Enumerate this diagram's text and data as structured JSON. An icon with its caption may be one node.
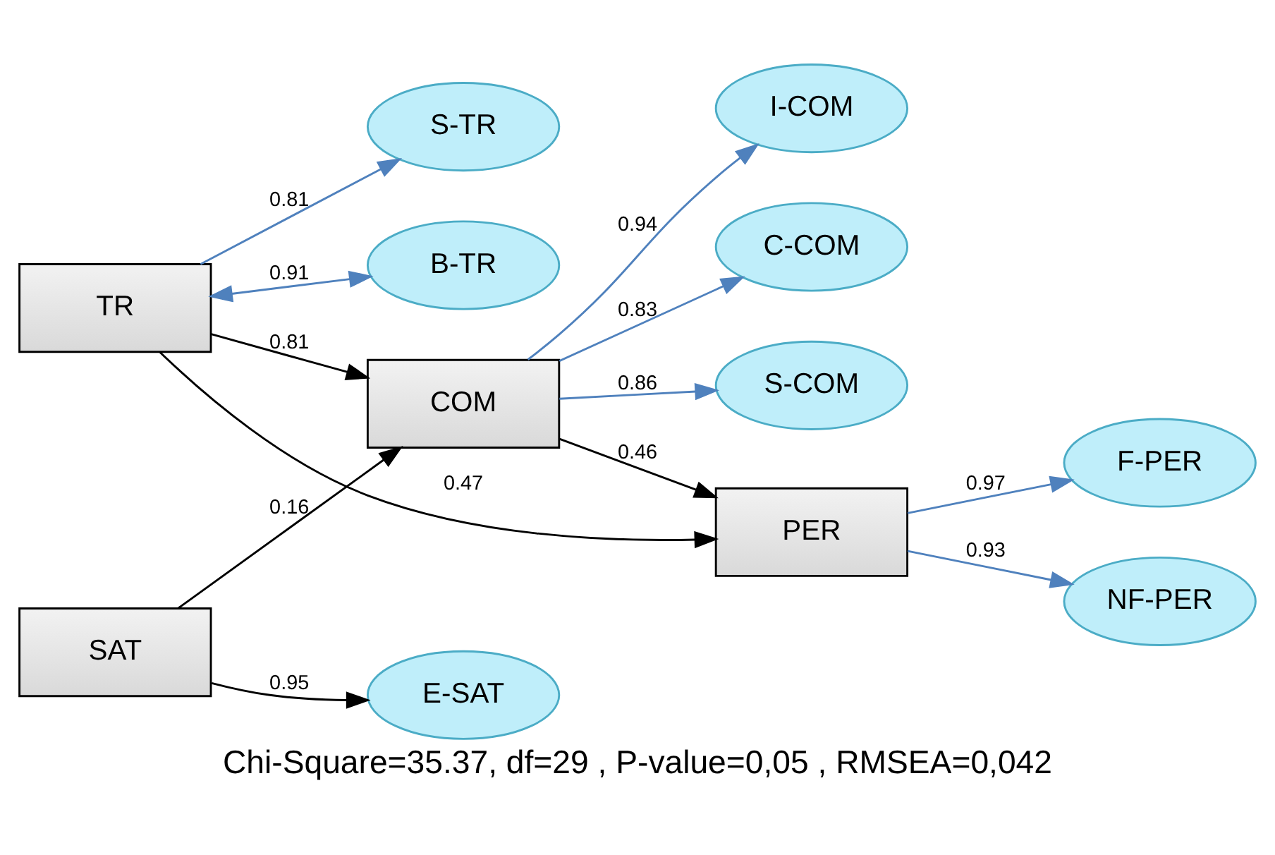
{
  "diagram": {
    "caption": "Chi-Square=35.37, df=29 , P-value=0,05 , RMSEA=0,042",
    "nodes": [
      {
        "text": [
          "B-TR"
        ]
      },
      {
        "text": [
          "TR"
        ]
      },
      {
        "text": [
          "S-TR"
        ]
      },
      {
        "text": [
          "I-COM"
        ]
      },
      {
        "text": [
          "COM"
        ]
      },
      {
        "text": [
          "C-COM"
        ]
      },
      {
        "text": [
          "S-COM"
        ]
      },
      {
        "text": [
          "PER"
        ]
      },
      {
        "text": [
          "F-PER"
        ]
      },
      {
        "text": [
          "NF-PER"
        ]
      },
      {
        "text": [
          "SAT"
        ]
      },
      {
        "text": [
          "E-SAT"
        ]
      }
    ],
    "edges": [
      {
        "from": 1,
        "to": 0,
        "arrow": "both",
        "label": "0.91"
      },
      {
        "from": 1,
        "to": 2,
        "arrow": "to",
        "label": "0.81"
      },
      {
        "from": 1,
        "to": 4,
        "arrow": "to",
        "label": "0.81",
        "color": "#000000"
      },
      {
        "from": 1,
        "to": 7,
        "arrow": "to",
        "label": "0.47",
        "color": "#000000"
      },
      {
        "from": 4,
        "to": 3,
        "arrow": "to",
        "label": "0.94"
      },
      {
        "from": 4,
        "to": 5,
        "arrow": "to",
        "label": "0.83"
      },
      {
        "from": 4,
        "to": 6,
        "arrow": "to",
        "label": "0.86"
      },
      {
        "from": 4,
        "to": 7,
        "arrow": "to",
        "label": "0.46",
        "color": "#000000"
      },
      {
        "from": 7,
        "to": 8,
        "arrow": "to",
        "label": "0.97"
      },
      {
        "from": 7,
        "to": 9,
        "arrow": "to",
        "label": "0.93"
      },
      {
        "from": 10,
        "to": 4,
        "arrow": "to",
        "label": "0.16",
        "color": "#000000"
      },
      {
        "from": 10,
        "to": 11,
        "arrow": "to",
        "label": "0.95",
        "color": "#000000"
      }
    ]
  }
}
